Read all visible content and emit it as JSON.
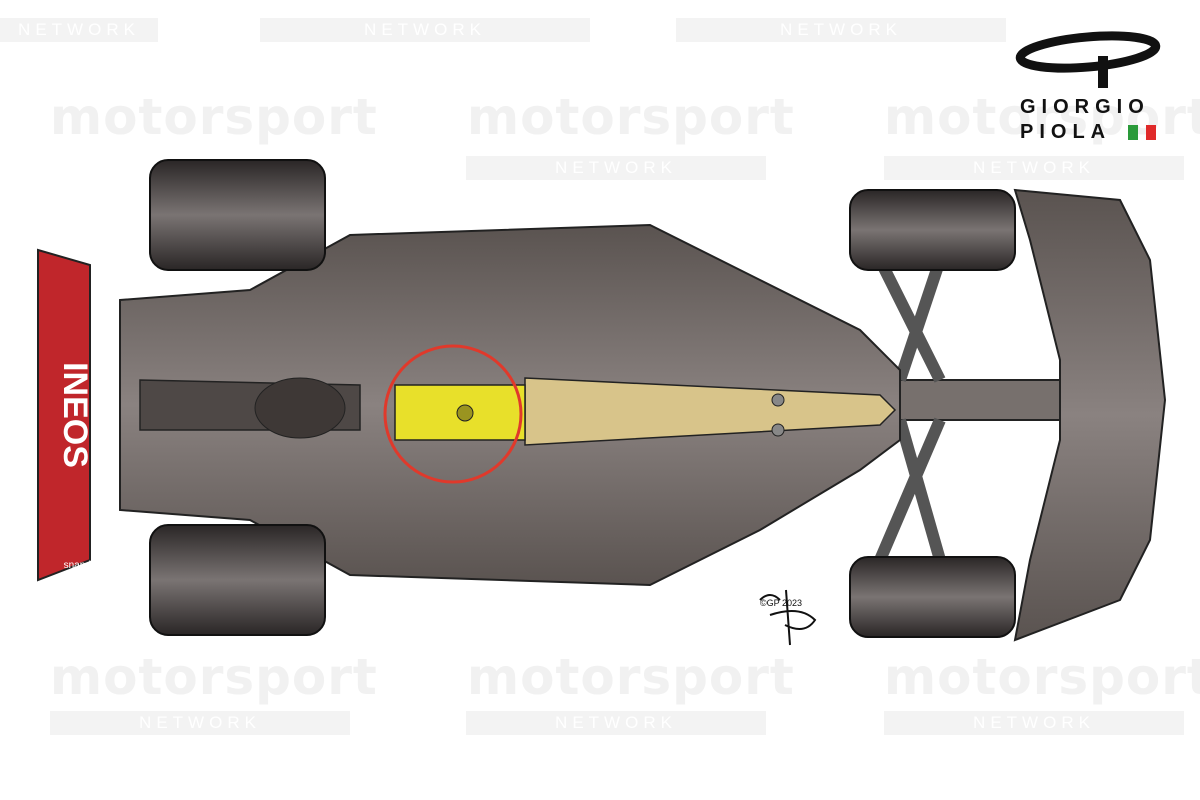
{
  "watermark": {
    "brand": "motorsport",
    "sub": "NETWORK"
  },
  "logo": {
    "line1": "GIORGIO",
    "line2": "PIOLA",
    "flag_colors": [
      "#2a9a3a",
      "#ffffff",
      "#e02a2a"
    ]
  },
  "car": {
    "sponsor_rear_wing": "INEOS",
    "sponsor_endplate": "snapdragon"
  },
  "signature": "©GP 2023",
  "colors": {
    "highlight_plank": "#e8e02a",
    "plank": "#d8c48a",
    "circle": "#e0392b",
    "body": "#6e6663",
    "rear_wing": "#c0262b"
  }
}
